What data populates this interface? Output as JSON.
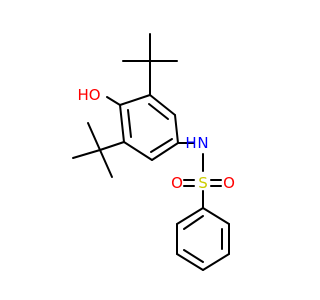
{
  "labels": {
    "hydroxyl": "HO",
    "amine_n": "N",
    "amine_h": "H",
    "sulfur": "S",
    "oxygen_left": "O",
    "oxygen_right": "O"
  },
  "colors": {
    "background": "#ffffff",
    "bond": "#000000",
    "oxygen": "#ff0000",
    "nitrogen": "#0000ff",
    "sulfur": "#cccc00"
  }
}
